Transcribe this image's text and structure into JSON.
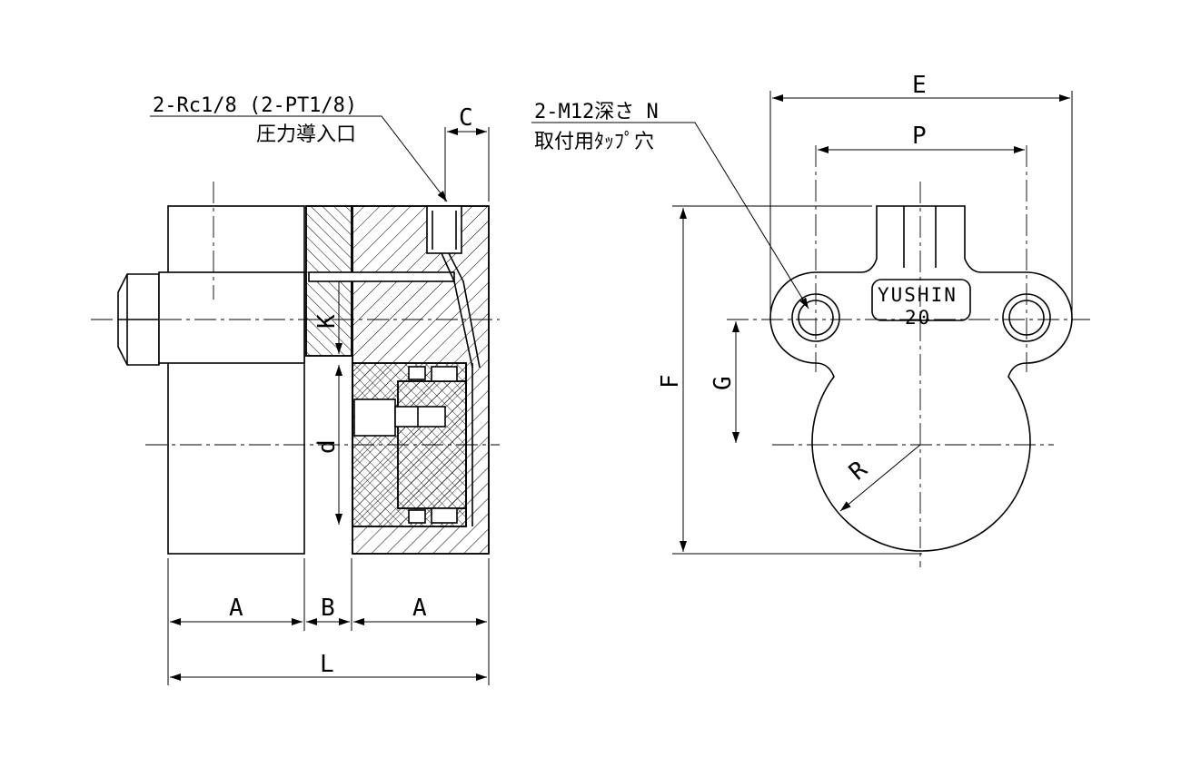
{
  "callouts": {
    "pressure_port_spec": "2-Rc1/8 (2-PT1/8)",
    "pressure_port_name": "圧力導入口",
    "mount_tap_spec": "2-M12深さ N",
    "mount_tap_name": "取付用ﾀｯﾌﾟ穴"
  },
  "dimensions": {
    "A": "A",
    "B": "B",
    "C": "C",
    "L": "L",
    "K": "K",
    "d": "d",
    "E": "E",
    "P": "P",
    "F": "F",
    "G": "G",
    "R": "R"
  },
  "nameplate": {
    "brand": "YUSHIN",
    "size": "20"
  },
  "colors": {
    "line": "#000000",
    "background": "#ffffff"
  }
}
